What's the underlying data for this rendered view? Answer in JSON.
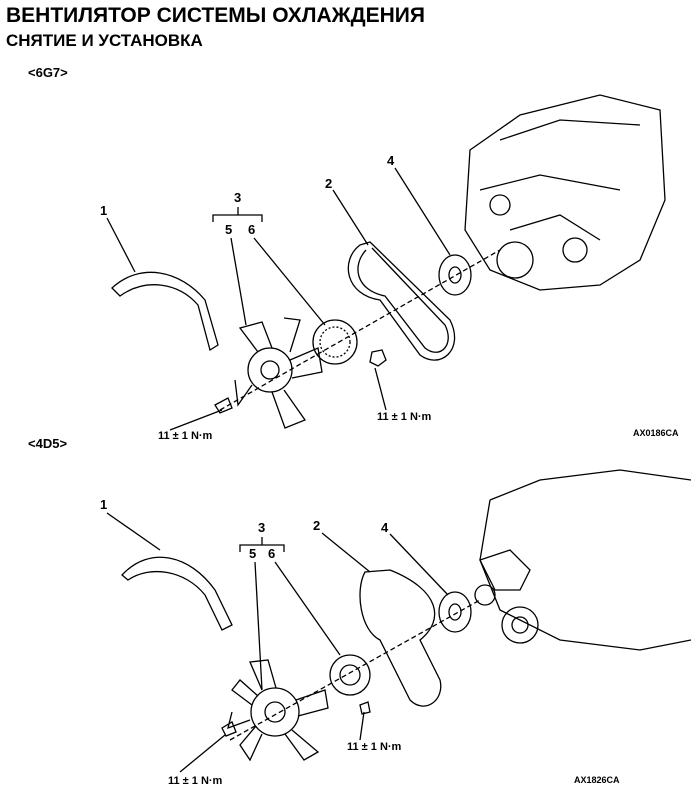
{
  "header": {
    "title": "ВЕНТИЛЯТОР СИСТЕМЫ ОХЛАЖДЕНИЯ",
    "subtitle": "СНЯТИЕ И УСТАНОВКА"
  },
  "diagrams": [
    {
      "variant": "<6G7>",
      "callouts": [
        "1",
        "2",
        "3",
        "4",
        "5",
        "6"
      ],
      "torque_bolt": "11 ± 1 N·m",
      "torque_nut": "11 ± 1 N·m",
      "code": "AX0186CA"
    },
    {
      "variant": "<4D5>",
      "callouts": [
        "1",
        "2",
        "3",
        "4",
        "5",
        "6"
      ],
      "torque_bolt": "11 ± 1 N·m",
      "torque_nut": "11 ± 1 N·m",
      "code": "AX1826CA"
    }
  ]
}
